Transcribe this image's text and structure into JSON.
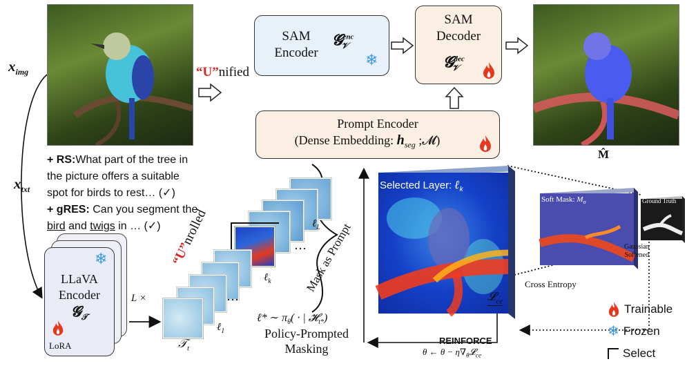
{
  "inputs": {
    "x_img": "x",
    "x_img_sub": "img",
    "x_txt": "x",
    "x_txt_sub": "txt"
  },
  "unified": {
    "u": "“U”",
    "rest": "nified"
  },
  "unrolled": {
    "u": "“U”",
    "rest": "nrolled"
  },
  "sam_encoder": {
    "line1": "SAM",
    "line2": "Encoder",
    "sym": "𝓖",
    "sup": "enc",
    "sub": "𝒱"
  },
  "sam_decoder": {
    "line1": "SAM",
    "line2": "Decoder",
    "sym": "𝓖",
    "sup": "dec",
    "sub": "𝒱"
  },
  "prompt_encoder": {
    "line1": "Prompt Encoder",
    "line2_pre": "(Dense Embedding: ",
    "h": "h",
    "h_sub": "seg",
    "line2_post": " ;𝓜)"
  },
  "output_label": "M̂",
  "queries": {
    "rs_tag": "+ RS:",
    "rs_text_1": "What part of the tree in",
    "rs_text_2": "the picture offers a suitable",
    "rs_text_3": "spot for birds to rest… (✓)",
    "gres_tag": "+ gRES:",
    "gres_text_1": "Can you segment the",
    "gres_bird": "bird",
    "gres_and": "and",
    "gres_twigs": "twigs",
    "gres_text_2": "in … (✓)"
  },
  "llava": {
    "line1": "LLaVA",
    "line2": "Encoder",
    "sym": "𝓖",
    "sub": "𝒯",
    "lora": "LoRA",
    "times": "L ×"
  },
  "layers": {
    "t": "𝒯",
    "t_sub": "t",
    "l1": "ℓ",
    "l1_sub": "1",
    "lk": "ℓ",
    "lk_sub": "k",
    "lL": "ℓ",
    "lL_sub": "L",
    "dots": "⋯"
  },
  "mask_as_prompt": "Mask as Prompt",
  "policy": {
    "formula": "ℓ* ∼ π",
    "formula_sub": "θ",
    "formula_rest": "( · | 𝓗",
    "formula_h_sub": "t*",
    "close": ")",
    "line1": "Policy-Prompted",
    "line2": "Masking"
  },
  "heatmap": {
    "title_pre": "Selected Layer: ",
    "title_sym": "ℓ",
    "title_sub": "k"
  },
  "soft_mask": {
    "label": "Soft Mask: ",
    "sym": "M",
    "sub": "σ"
  },
  "ground_truth": "Ground Truth",
  "gaussian": {
    "line1": "Gaussian",
    "line2": "Softened"
  },
  "loss": {
    "label": "Cross Entropy",
    "sym": "𝓛",
    "sub": "ce"
  },
  "reinforce": {
    "label": "REINFORCE",
    "update": "θ ← θ − η∇",
    "update_sub": "θ",
    "update_rest": "𝓛",
    "update_rest_sub": "ce"
  },
  "legend": {
    "trainable": "Trainable",
    "frozen": "Frozen",
    "select": "Select"
  },
  "colors": {
    "trainable": "#e6371f",
    "frozen": "#3a9ae0",
    "encoder_fill": "#e8f1fa",
    "decoder_fill": "#fbeee2",
    "accent_red": "#d8231f"
  }
}
